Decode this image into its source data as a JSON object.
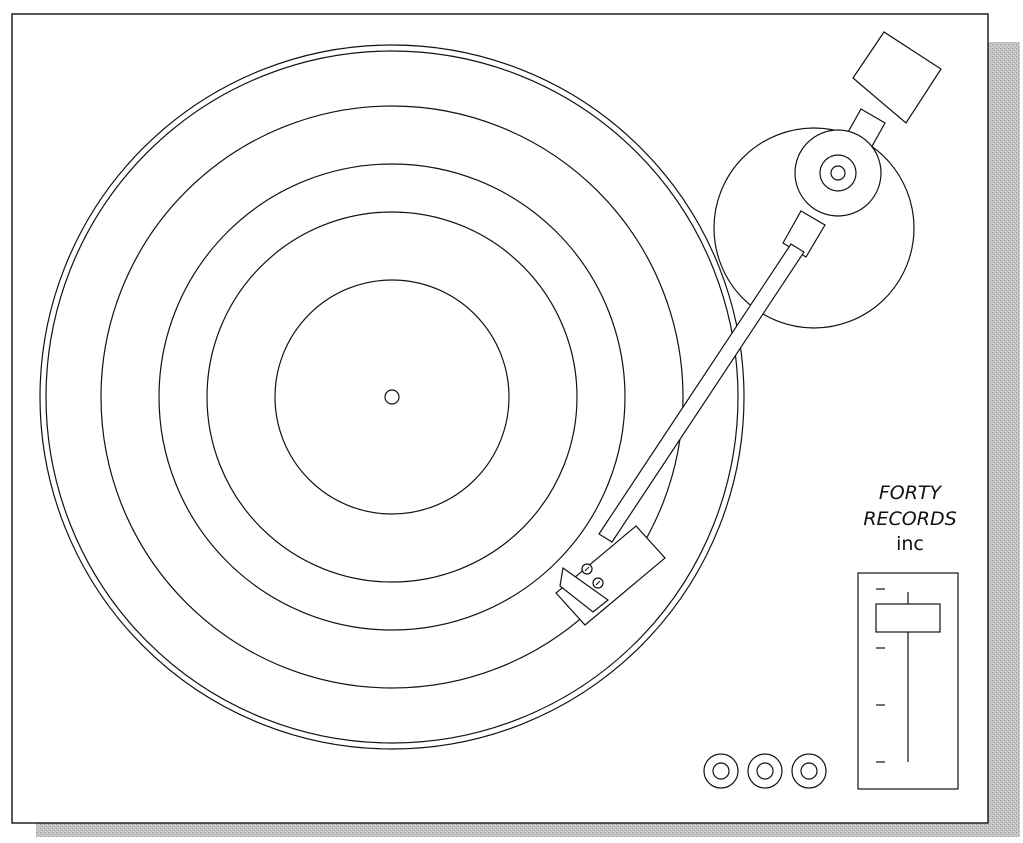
{
  "brand": {
    "line1": "FORTY",
    "line2": "RECORDS",
    "line3": "inc"
  },
  "controls": {
    "speed_fader_level": 0.1,
    "buttons_count": 3
  },
  "colors": {
    "background": "#ffffff",
    "stroke": "#111111",
    "shadow": "#b8b8b8",
    "panel": "#ffffff"
  }
}
